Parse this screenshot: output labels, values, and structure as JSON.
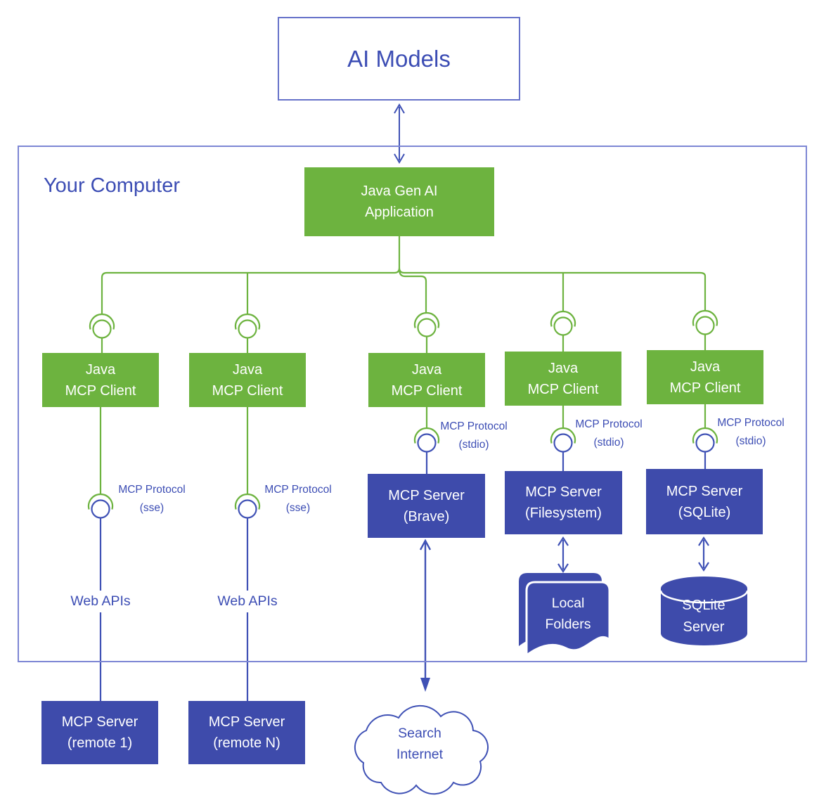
{
  "colors": {
    "client_green": "#6db33f",
    "server_blue": "#3e4bab",
    "line_blue": "#3f51b5",
    "text_blue": "#3c4db4",
    "outer_border": "#7d86d4",
    "ai_box_border": "#6672c9"
  },
  "ai_models": {
    "label": "AI Models"
  },
  "your_computer": {
    "label": "Your Computer"
  },
  "app_box": {
    "line1": "Java Gen AI",
    "line2": "Application"
  },
  "clients": [
    {
      "line1": "Java",
      "line2": "MCP Client"
    },
    {
      "line1": "Java",
      "line2": "MCP Client"
    },
    {
      "line1": "Java",
      "line2": "MCP Client"
    },
    {
      "line1": "Java",
      "line2": "MCP Client"
    },
    {
      "line1": "Java",
      "line2": "MCP Client"
    }
  ],
  "protocols": {
    "sse1": {
      "line1": "MCP Protocol",
      "line2": "(sse)"
    },
    "sse2": {
      "line1": "MCP Protocol",
      "line2": "(sse)"
    },
    "stdio3": {
      "line1": "MCP Protocol",
      "line2": "(stdio)"
    },
    "stdio4": {
      "line1": "MCP Protocol",
      "line2": "(stdio)"
    },
    "stdio5": {
      "line1": "MCP Protocol",
      "line2": "(stdio)"
    }
  },
  "web_apis": {
    "label1": "Web APIs",
    "label2": "Web APIs"
  },
  "servers": {
    "brave": {
      "line1": "MCP Server",
      "line2": "(Brave)"
    },
    "filesystem": {
      "line1": "MCP Server",
      "line2": "(Filesystem)"
    },
    "sqlite": {
      "line1": "MCP Server",
      "line2": "(SQLite)"
    },
    "remote1": {
      "line1": "MCP Server",
      "line2": "(remote 1)"
    },
    "remote_n": {
      "line1": "MCP Server",
      "line2": "(remote N)"
    }
  },
  "resources": {
    "search_internet": {
      "line1": "Search",
      "line2": "Internet"
    },
    "local_folders": {
      "line1": "Local",
      "line2": "Folders"
    },
    "sqlite_server": {
      "line1": "SQLite",
      "line2": "Server"
    }
  }
}
